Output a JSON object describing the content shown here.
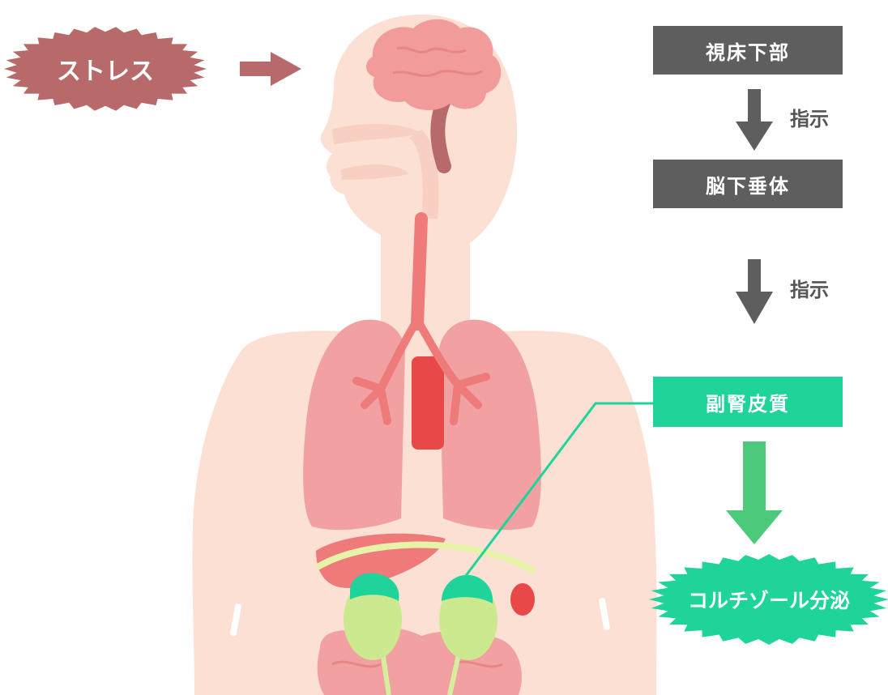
{
  "stress": {
    "label": "ストレス",
    "color": "#b86a6a"
  },
  "flow": [
    {
      "label": "視床下部",
      "color": "#5e5e5e"
    },
    {
      "label": "脳下垂体",
      "color": "#5e5e5e"
    },
    {
      "label": "副腎皮質",
      "color": "#1ed49a"
    }
  ],
  "arrows": [
    {
      "label": "指示",
      "color": "#5e5e5e"
    },
    {
      "label": "指示",
      "color": "#5e5e5e"
    }
  ],
  "result": {
    "label": "コルチゾール分泌",
    "color": "#1ed49a",
    "arrow_color": "#4cc97a"
  },
  "colors": {
    "skin": "#fce0d3",
    "lung": "#f1a1a1",
    "trachea": "#ee7a7a",
    "brain": "#f29b9b",
    "brainstem": "#b86a6a",
    "kidney": "#cde98f",
    "adrenal": "#1ed49a"
  }
}
